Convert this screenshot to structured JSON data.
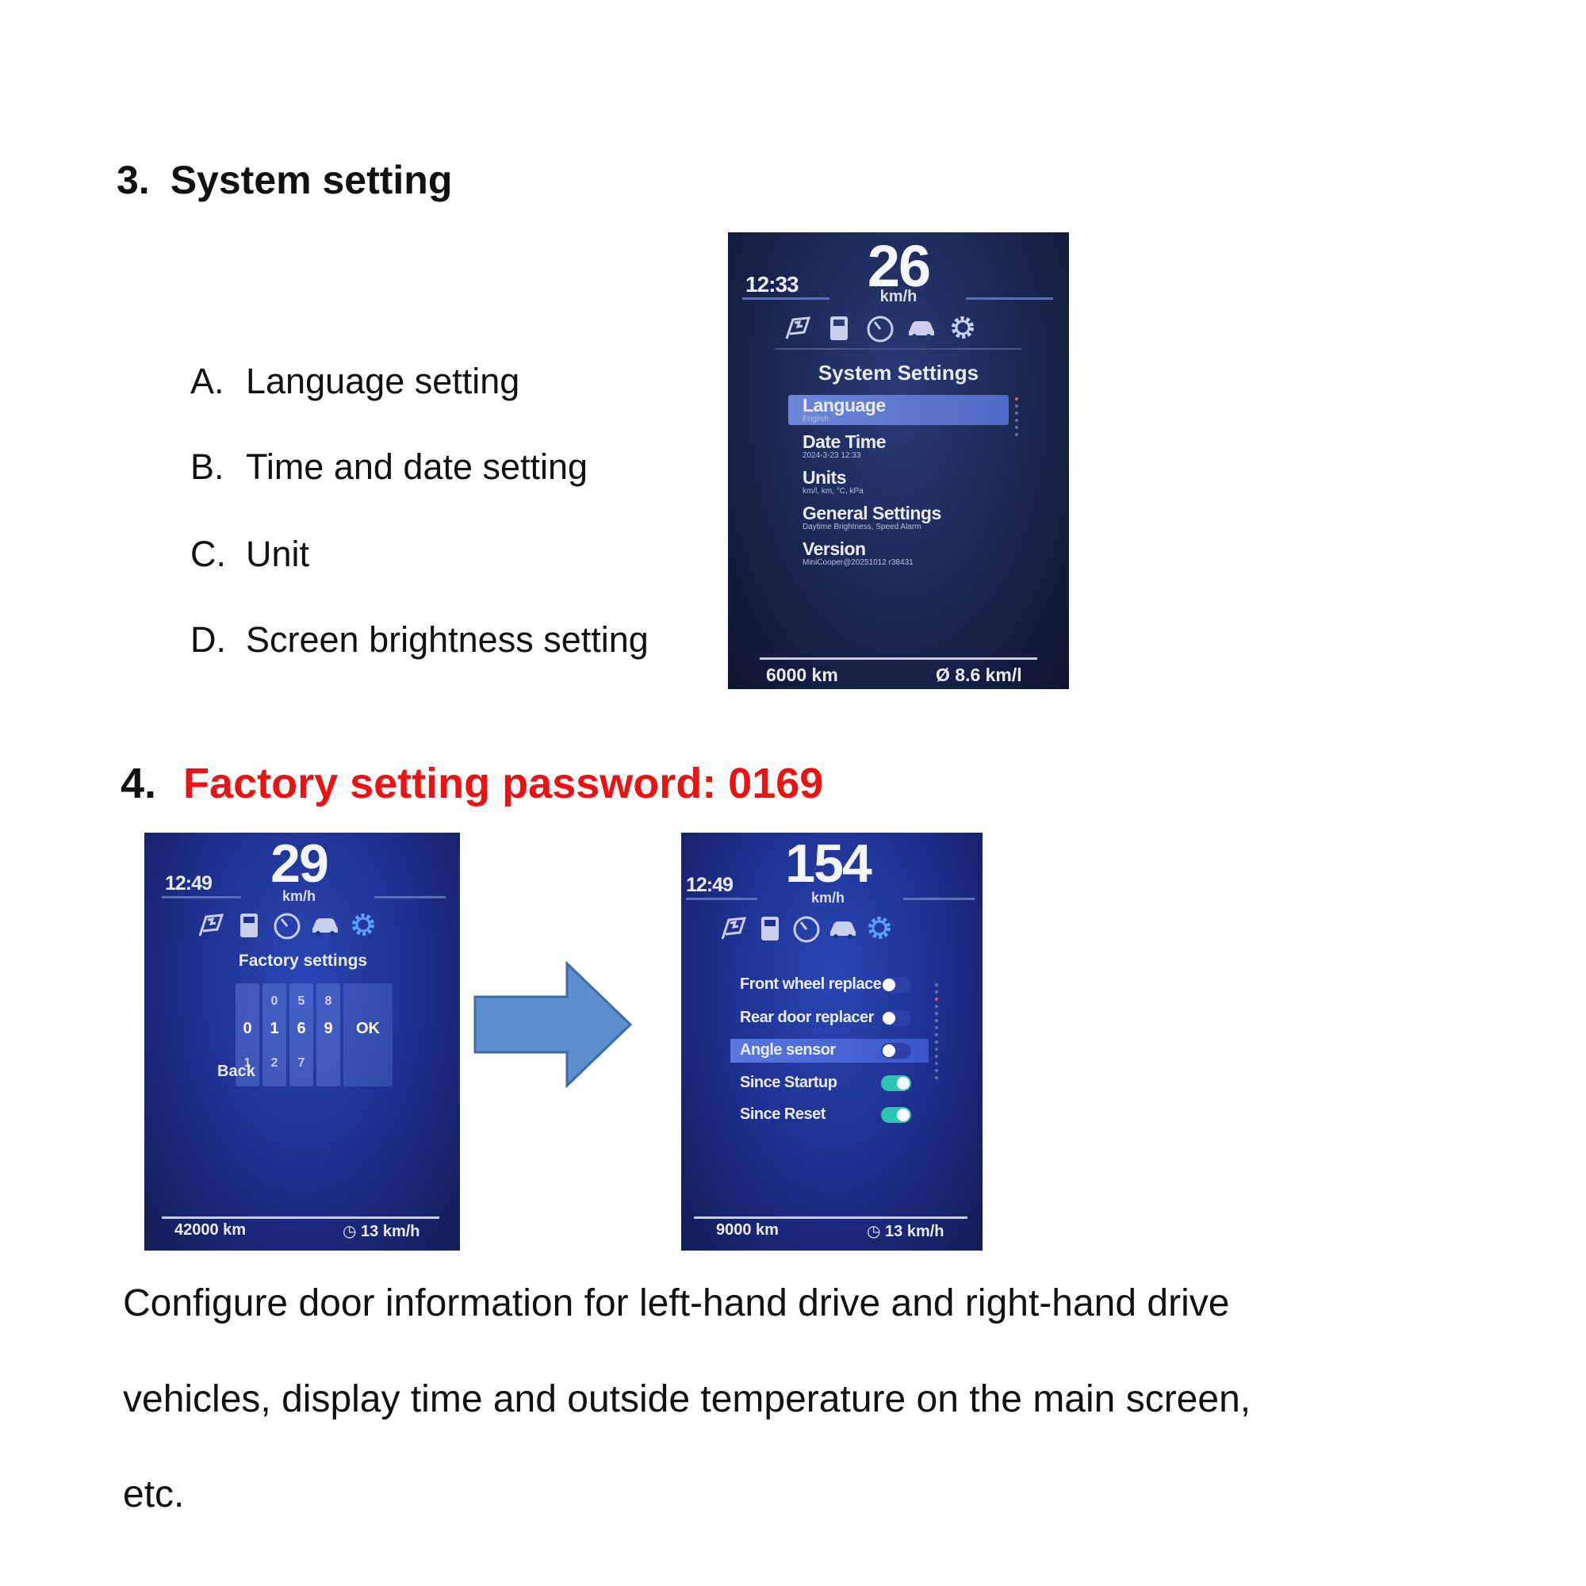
{
  "section3": {
    "number": "3.",
    "title": "System setting",
    "items": [
      {
        "letter": "A.",
        "text": "Language setting"
      },
      {
        "letter": "B.",
        "text": "Time and date setting"
      },
      {
        "letter": "C.",
        "text": "Unit"
      },
      {
        "letter": "D.",
        "text": "Screen brightness setting"
      }
    ]
  },
  "screen1": {
    "clock": "12:33",
    "speed": "26",
    "speed_unit": "km/h",
    "icons": [
      "race-flag-icon",
      "fuel-icon",
      "gauge-icon",
      "car-icon",
      "gear-icon"
    ],
    "menu_title": "System Settings",
    "menu": [
      {
        "title": "Language",
        "sub": "English"
      },
      {
        "title": "Date Time",
        "sub": "2024-3-23 12:33"
      },
      {
        "title": "Units",
        "sub": "km/l, km, °C, kPa"
      },
      {
        "title": "General Settings",
        "sub": "Daytime Brightness, Speed Alarm"
      },
      {
        "title": "Version",
        "sub": "MiniCooper@20251012 r38431"
      }
    ],
    "footer_left": "6000 km",
    "footer_right": "Ø  8.6 km/l"
  },
  "section4": {
    "number": "4.",
    "title": "Factory setting password: 0169",
    "title_color": "#ee1111"
  },
  "screen2": {
    "clock": "12:49",
    "speed": "29",
    "speed_unit": "km/h",
    "title": "Factory settings",
    "columns": [
      {
        "above": "",
        "current": "0",
        "below": "1"
      },
      {
        "above": "0",
        "current": "1",
        "below": "2"
      },
      {
        "above": "5",
        "current": "6",
        "below": "7"
      },
      {
        "above": "8",
        "current": "9",
        "below": ""
      }
    ],
    "ok_label": "OK",
    "back_label": "Back",
    "footer_left": "42000 km",
    "footer_right": "13 km/h"
  },
  "screen3": {
    "clock": "12:49",
    "speed": "154",
    "speed_unit": "km/h",
    "toggles": [
      {
        "label": "Front wheel replace",
        "state": "off"
      },
      {
        "label": "Rear door replacer",
        "state": "off"
      },
      {
        "label": "Angle sensor",
        "state": "off"
      },
      {
        "label": "Since Startup",
        "state": "on"
      },
      {
        "label": "Since Reset",
        "state": "on"
      }
    ],
    "footer_left": "9000 km",
    "footer_right": "13 km/h"
  },
  "paragraph": {
    "line1": "Configure door information for left-hand drive and right-hand drive",
    "line2": "vehicles, display time and outside temperature on the main screen,",
    "line3": "etc."
  },
  "colors": {
    "arrow_fill": "#5b8fd0",
    "arrow_stroke": "#3e6ca8",
    "toggle_on": "#2ec4b0"
  }
}
